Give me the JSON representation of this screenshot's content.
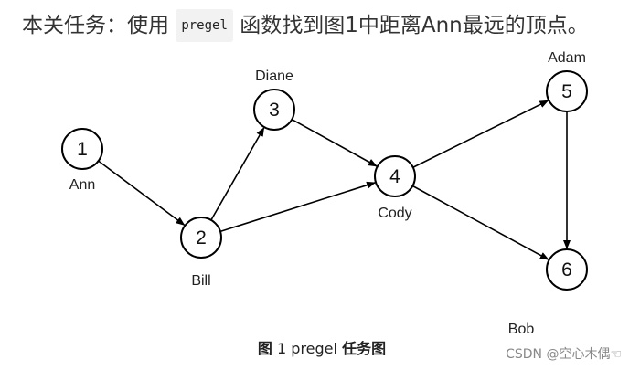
{
  "header": {
    "prefix": "本关任务：使用",
    "code": "pregel",
    "suffix": "函数找到图1中距离Ann最远的顶点。"
  },
  "graph": {
    "nodes": [
      {
        "id": "1",
        "name": "Ann"
      },
      {
        "id": "2",
        "name": "Bill"
      },
      {
        "id": "3",
        "name": "Diane"
      },
      {
        "id": "4",
        "name": "Cody"
      },
      {
        "id": "5",
        "name": "Adam"
      },
      {
        "id": "6",
        "name": "Bob"
      }
    ],
    "edges": [
      {
        "from": "1",
        "to": "2"
      },
      {
        "from": "2",
        "to": "3"
      },
      {
        "from": "2",
        "to": "4"
      },
      {
        "from": "3",
        "to": "4"
      },
      {
        "from": "4",
        "to": "5"
      },
      {
        "from": "4",
        "to": "6"
      },
      {
        "from": "5",
        "to": "6"
      }
    ]
  },
  "caption": {
    "fig": "图",
    "num": "1 pregel",
    "title": "任务图"
  },
  "watermark": "CSDN @空心木偶☜"
}
